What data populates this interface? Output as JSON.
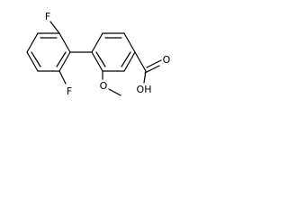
{
  "molecule": {
    "atoms": {
      "f_top": "F",
      "f_bottom": "F",
      "o_methoxy": "O",
      "o_carbonyl": "O",
      "oh": "OH"
    }
  }
}
